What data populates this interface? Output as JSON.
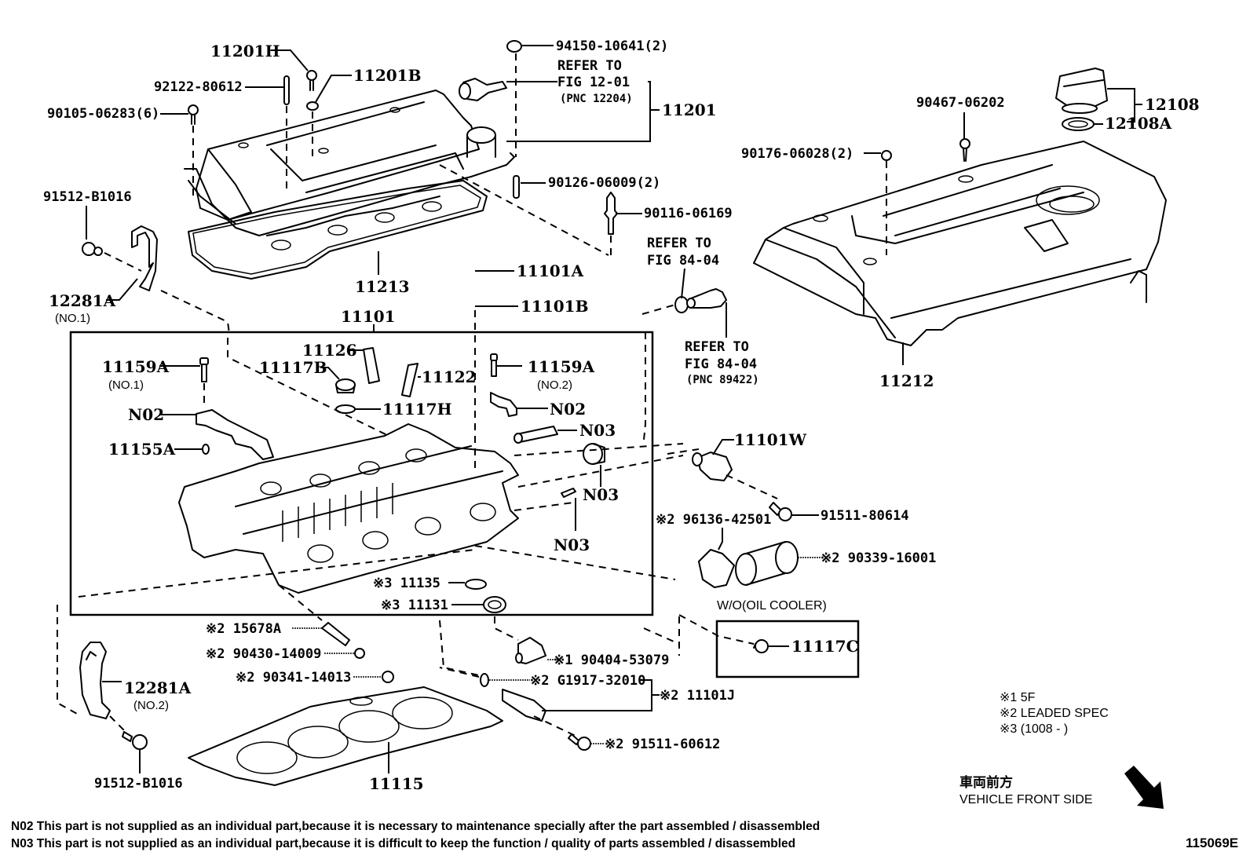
{
  "figure_id": "115069E",
  "labels": {
    "p11201H": "11201H",
    "p92122": "92122-80612",
    "p11201B": "11201B",
    "p90105": "90105-06283(6)",
    "p94150": "94150-10641(2)",
    "refer1_line1": "REFER TO",
    "refer1_line2": "FIG 12-01",
    "refer1_line3": "(PNC 12204)",
    "p11201": "11201",
    "p90126": "90126-06009(2)",
    "p90116": "90116-06169",
    "p91512_top": "91512-B1016",
    "p12281A_1": "12281A",
    "p12281A_1_sub": "(NO.1)",
    "p11213": "11213",
    "p11101A": "11101A",
    "p11101B": "11101B",
    "refer2_line1": "REFER TO",
    "refer2_line2": "FIG 84-04",
    "refer3_line1": "REFER TO",
    "refer3_line2": "FIG 84-04",
    "refer3_line3": "(PNC 89422)",
    "p90467": "90467-06202",
    "p90176": "90176-06028(2)",
    "p12108": "12108",
    "p12108A": "12108A",
    "p11212": "11212",
    "p11101": "11101",
    "p11126": "11126",
    "p11117B": "11117B",
    "p11122": "11122",
    "p11117H": "11117H",
    "p11159A_1": "11159A",
    "p11159A_1_sub": "(NO.1)",
    "p11159A_2": "11159A",
    "p11159A_2_sub": "(NO.2)",
    "n02_left": "N02",
    "n02_right": "N02",
    "p11155A": "11155A",
    "n03_a": "N03",
    "n03_b": "N03",
    "n03_c": "N03",
    "p11101W": "11101W",
    "p91511_80614": "91511-80614",
    "p96136": "※2 96136-42501",
    "p90339": "※2 90339-16001",
    "p11135": "※3 11135",
    "p11131": "※3 11131",
    "p15678A": "※2 15678A",
    "p90430": "※2 90430-14009",
    "p90341": "※2 90341-14013",
    "p90404": "※1 90404-53079",
    "wo_oil_cooler": "W/O(OIL COOLER)",
    "p11117C": "11117C",
    "pG1917": "※2 G1917-32010",
    "p11101J": "※2 11101J",
    "p91511_60612": "※2 91511-60612",
    "p12281A_2": "12281A",
    "p12281A_2_sub": "(NO.2)",
    "p91512_bottom": "91512-B1016",
    "p11115": "11115"
  },
  "legend": {
    "note1": "※1 5F",
    "note2": "※2 LEADED SPEC",
    "note3": "※3 (1008 -       )"
  },
  "direction": {
    "jp": "車両前方",
    "en": "VEHICLE FRONT SIDE",
    "icon": "arrow-down-right-icon"
  },
  "footnotes": {
    "n02": "N02 This part is not supplied as an individual part,because it is necessary to maintenance specially after the part assembled / disassembled",
    "n03": "N03 This part is not supplied as an individual part,because it is difficult to keep the function / quality of parts assembled / disassembled"
  }
}
